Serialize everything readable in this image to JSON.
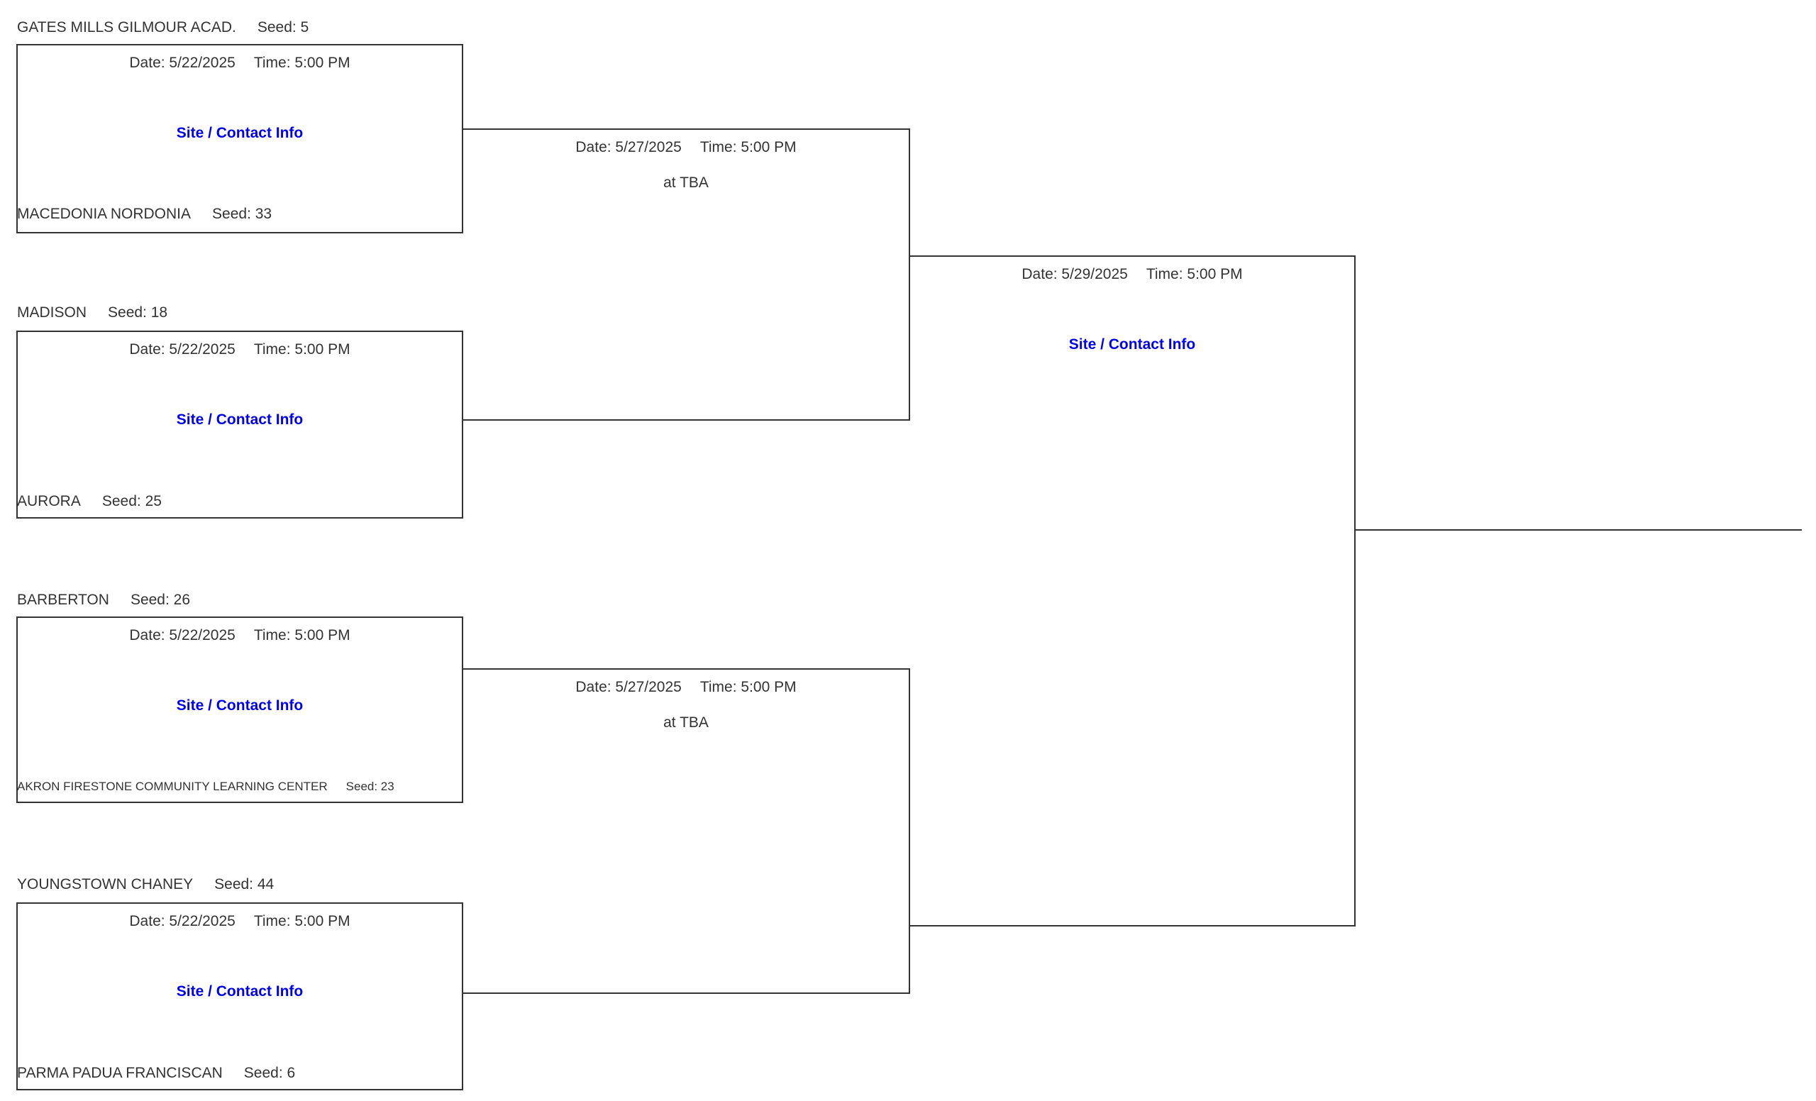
{
  "teams": [
    {
      "name": "GATES MILLS GILMOUR ACAD.",
      "seed_label": "Seed: 5"
    },
    {
      "name": "MACEDONIA NORDONIA",
      "seed_label": "Seed: 33"
    },
    {
      "name": "MADISON",
      "seed_label": "Seed: 18"
    },
    {
      "name": "AURORA",
      "seed_label": "Seed: 25"
    },
    {
      "name": "BARBERTON",
      "seed_label": "Seed: 26"
    },
    {
      "name": "AKRON FIRESTONE COMMUNITY LEARNING CENTER",
      "seed_label": "Seed: 23"
    },
    {
      "name": "YOUNGSTOWN CHANEY",
      "seed_label": "Seed: 44"
    },
    {
      "name": "PARMA PADUA FRANCISCAN",
      "seed_label": "Seed: 6"
    }
  ],
  "matches": {
    "r1m1": {
      "date_label": "Date: 5/22/2025",
      "time_label": "Time: 5:00 PM",
      "site_link_label": "Site / Contact Info"
    },
    "r1m2": {
      "date_label": "Date: 5/22/2025",
      "time_label": "Time: 5:00 PM",
      "site_link_label": "Site / Contact Info"
    },
    "r1m3": {
      "date_label": "Date: 5/22/2025",
      "time_label": "Time: 5:00 PM",
      "site_link_label": "Site / Contact Info"
    },
    "r1m4": {
      "date_label": "Date: 5/22/2025",
      "time_label": "Time: 5:00 PM",
      "site_link_label": "Site / Contact Info"
    },
    "r2m1": {
      "date_label": "Date: 5/27/2025",
      "time_label": "Time: 5:00 PM",
      "location_label": "at TBA"
    },
    "r2m2": {
      "date_label": "Date: 5/27/2025",
      "time_label": "Time: 5:00 PM",
      "location_label": "at TBA"
    },
    "r3m1": {
      "date_label": "Date: 5/29/2025",
      "time_label": "Time: 5:00 PM",
      "site_link_label": "Site / Contact Info"
    }
  },
  "colors": {
    "background": "#ffffff",
    "line": "#333333",
    "text": "#333333",
    "link": "#0000ee"
  }
}
